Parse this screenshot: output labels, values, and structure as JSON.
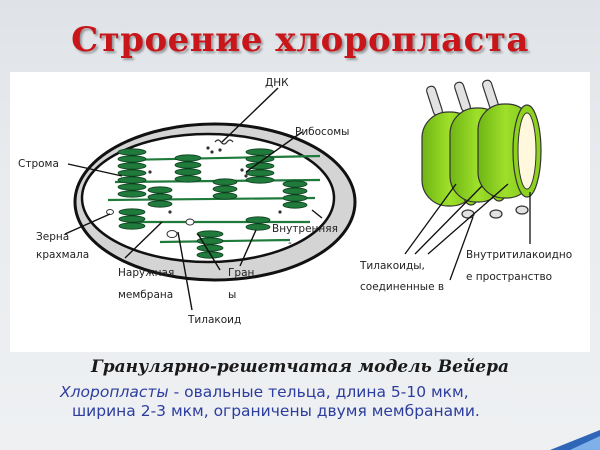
{
  "slide": {
    "title": "Строение хлоропласта",
    "model_title": "Гранулярно-решетчатая модель Вейера",
    "description": {
      "term": "Хлоропласты",
      "line1_rest": " - овальные тельца, длина 5-10 мкм,",
      "line2": "ширина 2-3 мкм, ограничены  двумя мембранами."
    }
  },
  "diagram": {
    "left_labels": {
      "dna": "ДНК",
      "ribosomes": "Рибосомы",
      "stroma": "Строма",
      "inner": "Внутренняя",
      "inner_cont": "-",
      "starch_1": "Зерна",
      "starch_2": "крахмала",
      "outer_1": "Наружная",
      "outer_2": "мембрана",
      "grana_1": "Гран",
      "grana_2": "ы",
      "thylakoid": "Тилакоид"
    },
    "right_labels": {
      "thylakoids_1": "Тилакоиды,",
      "thylakoids_2": "соединенные в",
      "intra_1": "Внутритилакоидно",
      "intra_2": "е пространство"
    },
    "colors": {
      "granum": "#1f7a3c",
      "thylakoid_disc": "#8fd11f",
      "title_red": "#c8161b",
      "text_blue": "#2c3d9e"
    }
  }
}
